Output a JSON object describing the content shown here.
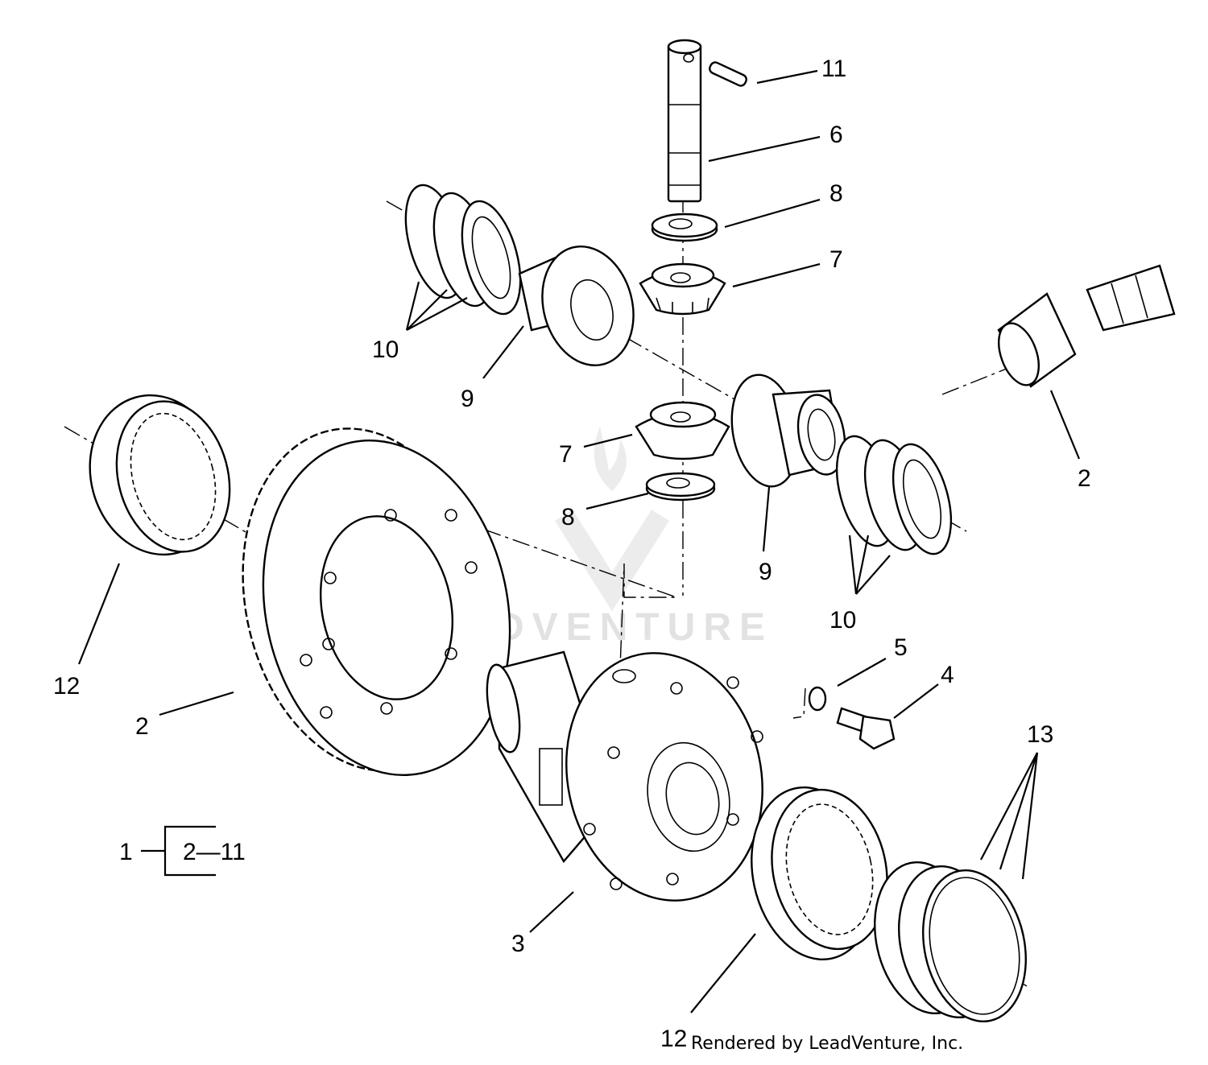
{
  "diagram": {
    "callouts": [
      {
        "id": "c11",
        "text": "11"
      },
      {
        "id": "c6",
        "text": "6"
      },
      {
        "id": "c8a",
        "text": "8"
      },
      {
        "id": "c7a",
        "text": "7"
      },
      {
        "id": "c10a",
        "text": "10"
      },
      {
        "id": "c9a",
        "text": "9"
      },
      {
        "id": "c2a",
        "text": "2"
      },
      {
        "id": "c7b",
        "text": "7"
      },
      {
        "id": "c8b",
        "text": "8"
      },
      {
        "id": "c9b",
        "text": "9"
      },
      {
        "id": "c10b",
        "text": "10"
      },
      {
        "id": "c12a",
        "text": "12"
      },
      {
        "id": "c2b",
        "text": "2"
      },
      {
        "id": "c5",
        "text": "5"
      },
      {
        "id": "c4",
        "text": "4"
      },
      {
        "id": "c13",
        "text": "13"
      },
      {
        "id": "c3",
        "text": "3"
      },
      {
        "id": "c12b",
        "text": "12"
      }
    ],
    "assembly_key": {
      "parent": "1",
      "range": "2—11"
    },
    "watermark": "LEADVENTURE",
    "credit": "Rendered by LeadVenture, Inc."
  }
}
